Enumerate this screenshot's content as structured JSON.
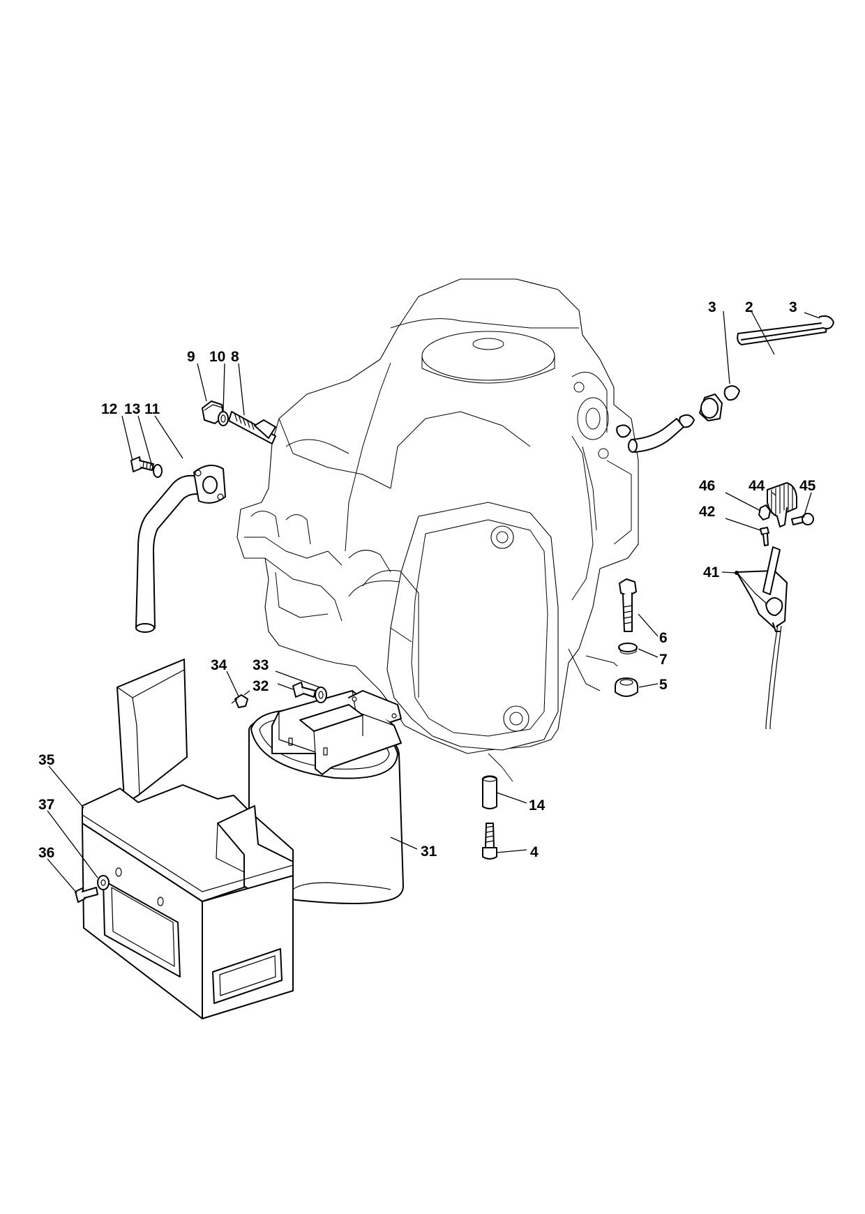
{
  "callouts": [
    {
      "id": "c3a",
      "text": "3"
    },
    {
      "id": "c2",
      "text": "2"
    },
    {
      "id": "c3b",
      "text": "3"
    },
    {
      "id": "c9",
      "text": "9"
    },
    {
      "id": "c10",
      "text": "10"
    },
    {
      "id": "c8",
      "text": "8"
    },
    {
      "id": "c12",
      "text": "12"
    },
    {
      "id": "c13",
      "text": "13"
    },
    {
      "id": "c11",
      "text": "11"
    },
    {
      "id": "c46",
      "text": "46"
    },
    {
      "id": "c44",
      "text": "44"
    },
    {
      "id": "c45",
      "text": "45"
    },
    {
      "id": "c42",
      "text": "42"
    },
    {
      "id": "c41",
      "text": "41"
    },
    {
      "id": "c6",
      "text": "6"
    },
    {
      "id": "c7",
      "text": "7"
    },
    {
      "id": "c5",
      "text": "5"
    },
    {
      "id": "c34",
      "text": "34"
    },
    {
      "id": "c33",
      "text": "33"
    },
    {
      "id": "c32",
      "text": "32"
    },
    {
      "id": "c35",
      "text": "35"
    },
    {
      "id": "c37",
      "text": "37"
    },
    {
      "id": "c36",
      "text": "36"
    },
    {
      "id": "c14",
      "text": "14"
    },
    {
      "id": "c4",
      "text": "4"
    },
    {
      "id": "c31",
      "text": "31"
    }
  ]
}
